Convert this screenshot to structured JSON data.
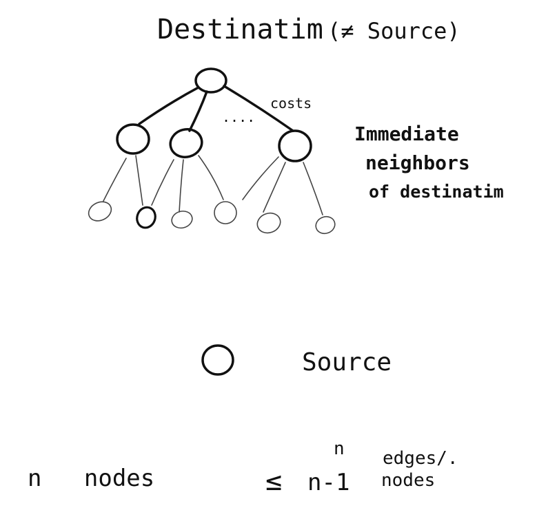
{
  "labels": {
    "destination": "Destinatim",
    "not_source": "(≠ Source)",
    "costs": "costs",
    "ellipsis": "....",
    "neighbors_line1": "Immediate",
    "neighbors_line2": "neighbors",
    "neighbors_line3": "of destinatim",
    "source": "Source",
    "n_nodes": "n   nodes",
    "leq": "≤",
    "n_minus_1": "n-1",
    "superscript_n": "n",
    "edges": "edges/.",
    "nodes": "nodes"
  },
  "colors": {
    "ink": "#111111",
    "pencil": "#444444",
    "background": "#ffffff"
  }
}
